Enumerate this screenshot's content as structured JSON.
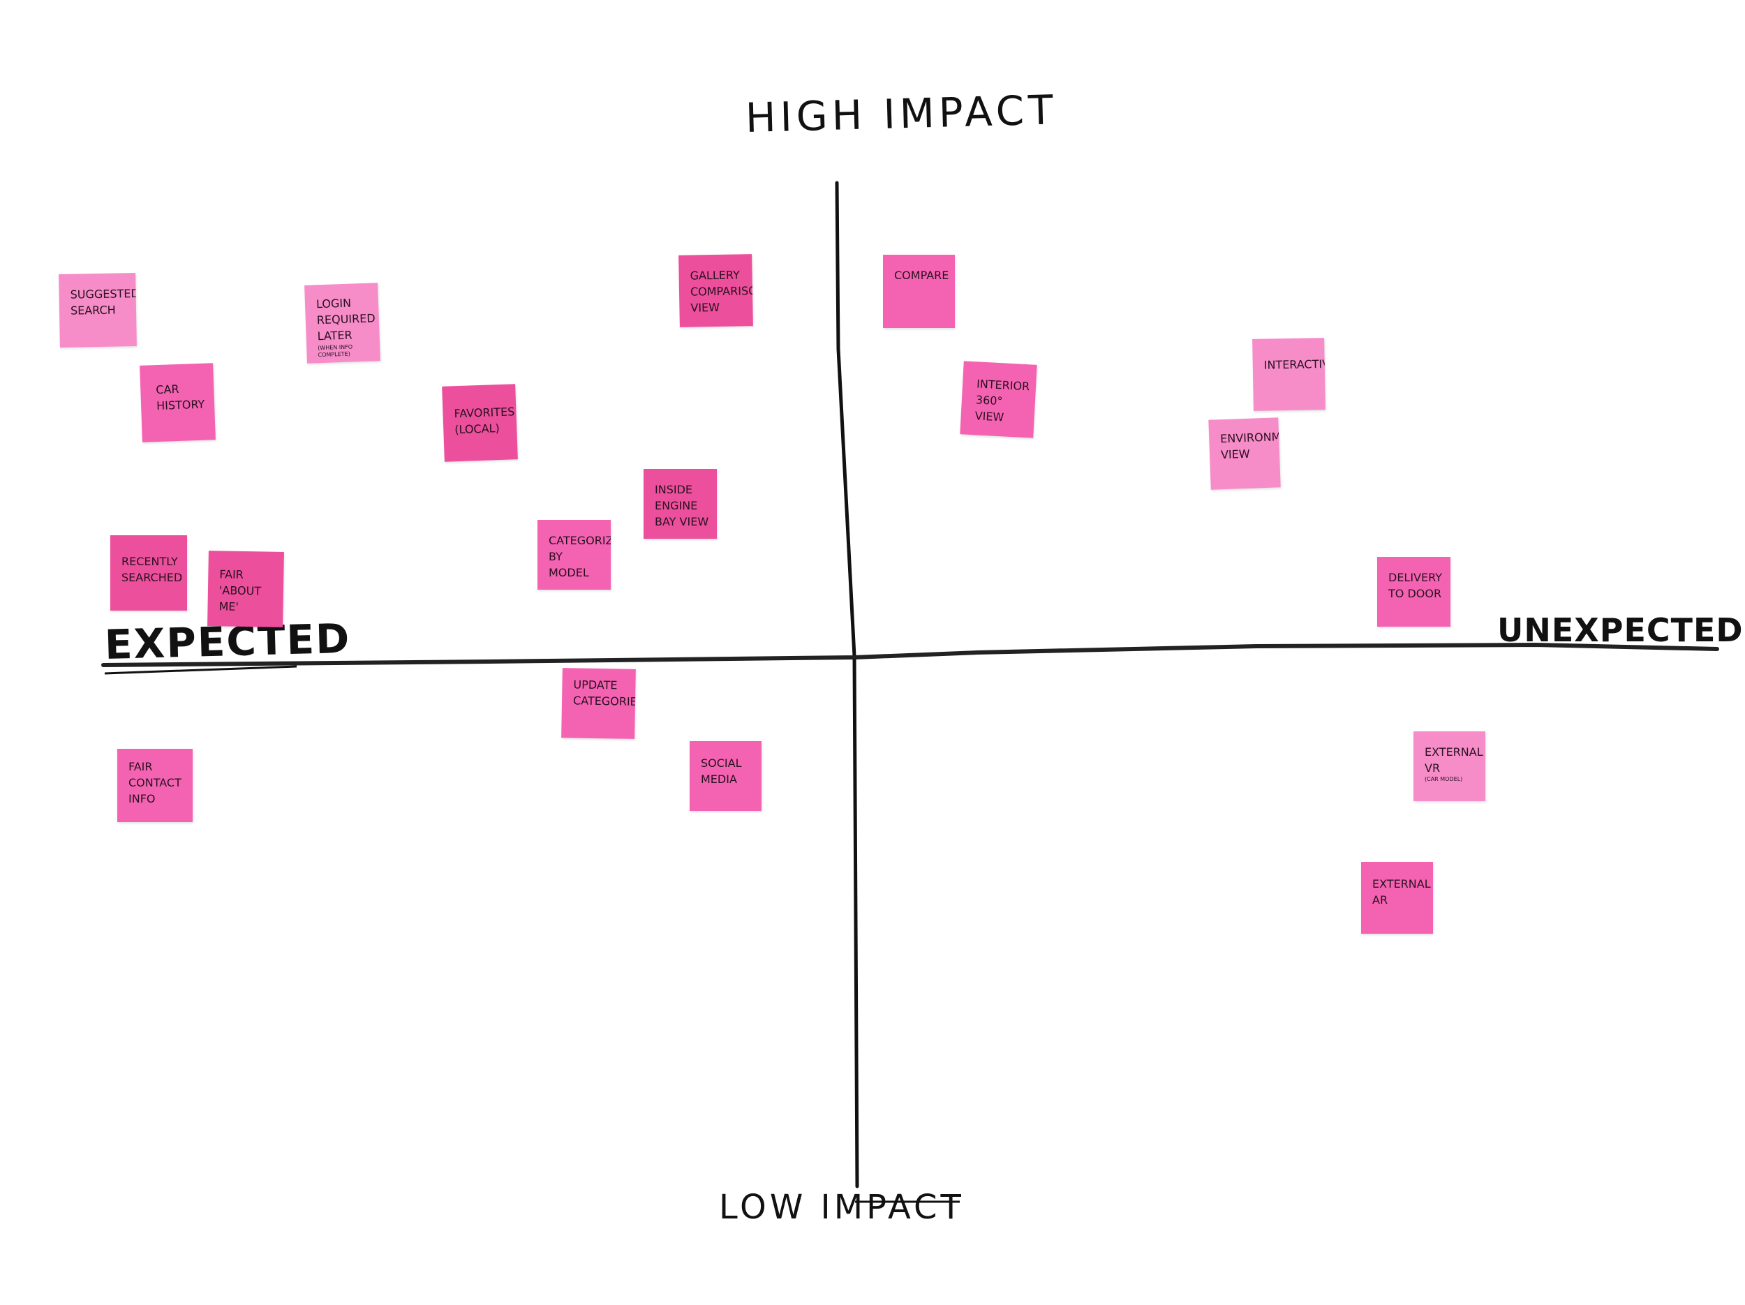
{
  "axes": {
    "top": "HIGH IMPACT",
    "bottom": "LOW IMPACT",
    "left": "EXPECTED",
    "right": "UNEXPECTED"
  },
  "colors": {
    "ink": "#111111",
    "note_dark": "#ec4f9b",
    "note_medium": "#f463b2",
    "note_light": "#f68dc9"
  },
  "notes": {
    "suggested_search": "SUGGESTED SEARCH",
    "login_required_line": "LOGIN REQUIRED LATER",
    "login_required_small": "(WHEN INFO COMPLETE)",
    "gallery_comparison": "GALLERY COMPARISON VIEW",
    "compare": "COMPARE",
    "car_history": "CAR HISTORY",
    "favorites": "FAVORITES (LOCAL)",
    "interior_360": "INTERIOR 360° VIEW",
    "interactive": "INTERACTIVE",
    "environment_view": "ENVIRONMENT VIEW",
    "inside_engine_bay": "INSIDE ENGINE BAY VIEW",
    "categorize_by_model": "CATEGORIZE BY MODEL",
    "recently_searched": "RECENTLY SEARCHED",
    "fair_about_me": "FAIR 'ABOUT ME'",
    "delivery_to_door": "DELIVERY TO DOOR",
    "update_categories": "UPDATE CATEGORIES",
    "fair_contact_info": "FAIR CONTACT INFO",
    "social_media": "SOCIAL MEDIA",
    "external_vr": "EXTERNAL VR",
    "external_vr_small": "(CAR MODEL)",
    "external_ar": "EXTERNAL AR"
  }
}
